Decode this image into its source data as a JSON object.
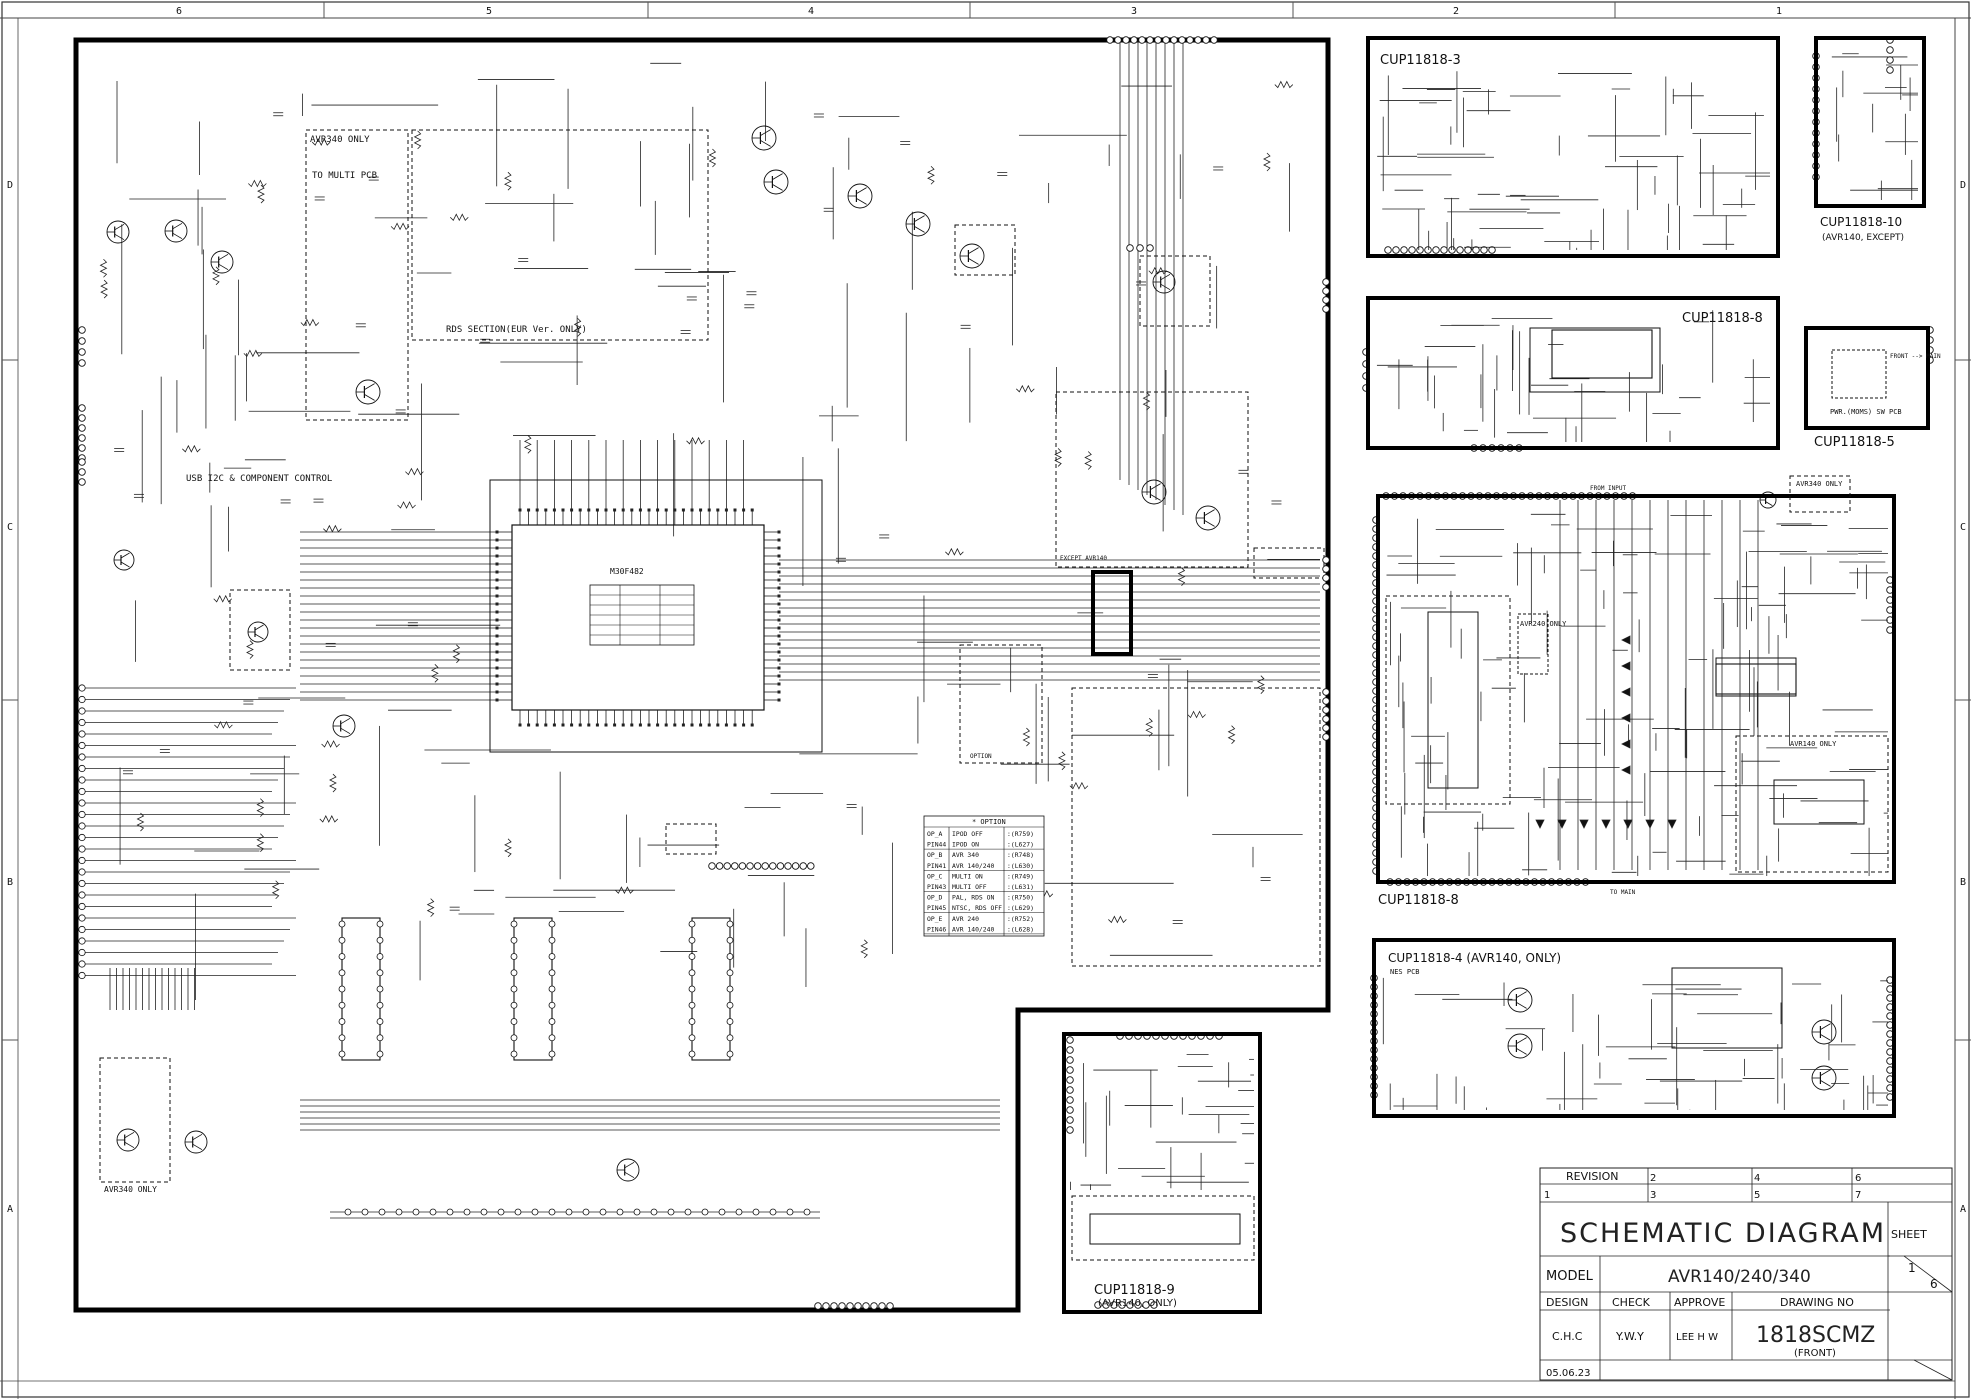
{
  "border": {
    "columns": [
      "6",
      "5",
      "4",
      "3",
      "2",
      "1"
    ],
    "rows": [
      "D",
      "C",
      "B",
      "A"
    ]
  },
  "modules": [
    {
      "id": "cup3",
      "label": "CUP11818-3"
    },
    {
      "id": "cup10",
      "label": "CUP11818-10",
      "note": "(AVR140, EXCEPT)"
    },
    {
      "id": "cup8a",
      "label": "CUP11818-8"
    },
    {
      "id": "cup5",
      "label": "CUP11818-5",
      "note": "PWR.(MOMS) SW PCB"
    },
    {
      "id": "cup8b",
      "label": "CUP11818-8"
    },
    {
      "id": "cup4",
      "label": "CUP11818-4 (AVR140, ONLY)",
      "note": "NES PCB"
    },
    {
      "id": "cup9",
      "label": "CUP11818-9",
      "note": "(AVR140, ONLY)"
    }
  ],
  "annotations": {
    "avr340_only": "AVR340 ONLY",
    "to_multi_pcb": "TO MULTI PCB",
    "rds_section": "RDS SECTION(EUR Ver. ONLY)",
    "usb_control": "USB I2C & COMPONENT CONTROL",
    "except_avr140": "EXCEPT AVR140",
    "avr340_only_2": "AVR340 ONLY",
    "avr340_only_3": "AVR340 ONLY",
    "avr240_only": "AVR240 ONLY",
    "avr140_only": "AVR140 ONLY",
    "option": "OPTION",
    "mcu_label": "M30F482",
    "from_input": "FROM INPUT",
    "to_main": "TO MAIN",
    "front_to_main": "FRONT --> MAIN"
  },
  "option_table": {
    "header": "* OPTION",
    "rows": [
      [
        "OP_A",
        "IPOD OFF",
        ":(R759)"
      ],
      [
        "PIN44",
        "IPOD ON",
        ":(L627)"
      ],
      [
        "OP_B",
        "AVR 340",
        ":(R748)"
      ],
      [
        "PIN41",
        "AVR 140/240",
        ":(L630)"
      ],
      [
        "OP_C",
        "MULTI ON",
        ":(R749)"
      ],
      [
        "PIN43",
        "MULTI OFF",
        ":(L631)"
      ],
      [
        "OP_D",
        "PAL, RDS ON",
        ":(R750)"
      ],
      [
        "PIN45",
        "NTSC, RDS OFF",
        ":(L629)"
      ],
      [
        "OP_E",
        "AVR 240",
        ":(R752)"
      ],
      [
        "PIN46",
        "AVR 140/240",
        ":(L628)"
      ]
    ]
  },
  "title_block": {
    "revision_label": "REVISION",
    "revision_nums": [
      "2",
      "4",
      "6",
      "1",
      "3",
      "5",
      "7"
    ],
    "title": "SCHEMATIC DIAGRAM",
    "sheet_label": "SHEET",
    "sheet_num": "1",
    "sheet_total": "6",
    "model_label": "MODEL",
    "model_value": "AVR140/240/340",
    "design_label": "DESIGN",
    "check_label": "CHECK",
    "approve_label": "APPROVE",
    "drawing_no_label": "DRAWING NO",
    "design_value": "C.H.C",
    "check_value": "Y.W.Y",
    "approve_value": "LEE H W",
    "drawing_no": "1818SCMZ",
    "drawing_sub": "(FRONT)",
    "date": "05.06.23"
  }
}
